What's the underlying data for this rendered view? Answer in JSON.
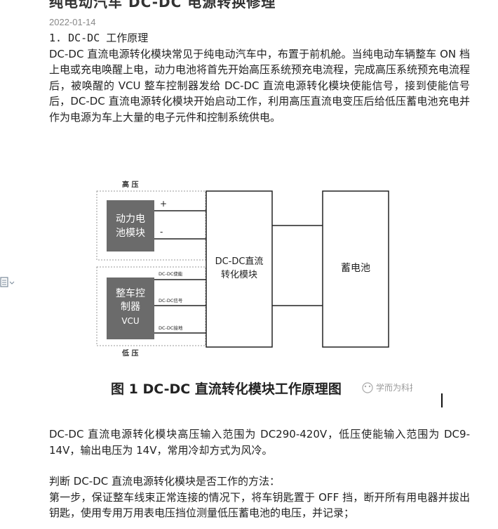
{
  "article": {
    "title_partial": "纯电动汽车 DC-DC 电源转换修理",
    "date": "2022-01-14",
    "section_heading": "1.  DC-DC 工作原理",
    "para1": "DC-DC 直流电源转化模块常见于纯电动汽车中，布置于前机舱。当纯电动车辆整车 ON 档上电或充电唤醒上电，动力电池将首先开始高压系统预充电流程，完成高压系统预充电流程后，被唤醒的 VCU 整车控制器发给 DC-DC 直流电源转化模块使能信号，接到使能信号后，DC-DC 直流电源转化模块开始启动工作，利用高压直流电变压后给低压蓄电池充电并作为电源为车上大量的电子元件和控制系统供电。",
    "para2": "DC-DC 直流电源转化模块高压输入范围为 DC290-420V，低压使能输入范围为 DC9-14V，输出电压为 14V，常用冷却方式为风冷。",
    "para3": "判断 DC-DC 直流电源转化模块是否工作的方法：",
    "para4": "第一步，保证整车线束正常连接的情况下，将车钥匙置于 OFF 挡，断开所有用电器并拔出钥匙，使用专用万用表电压挡位测量低压蓄电池的电压，并记录；"
  },
  "figure": {
    "label_high": "高 压",
    "label_low": "低 压",
    "battery_module_line1": "动力电",
    "battery_module_line2": "池模块",
    "plus": "+",
    "minus": "-",
    "vcu_line1": "整车控",
    "vcu_line2": "制器",
    "vcu_line3": "VCU",
    "sig_enable": "DC-DC使能",
    "sig_signal": "DC-DC信号",
    "sig_ground": "DC-DC接地",
    "dcdc_line1": "DC-DC直流",
    "dcdc_line2": "转化模块",
    "battery": "蓄电池",
    "caption": "图 1   DC-DC 直流转化模块工作原理图",
    "watermark": "学而为科技",
    "colors": {
      "module_fill": "#6b6b6b",
      "line": "#222222",
      "dashed": "#9a9a9a"
    }
  }
}
